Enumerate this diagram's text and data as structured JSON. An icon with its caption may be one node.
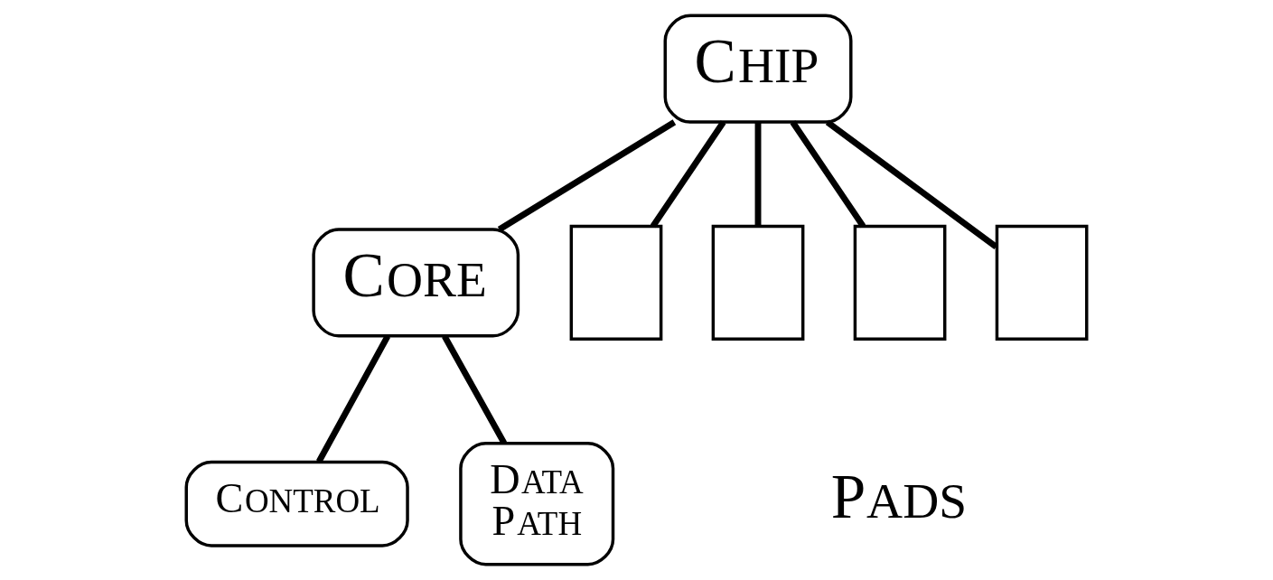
{
  "diagram": {
    "nodes": [
      {
        "text": [
          "CHIP"
        ]
      },
      {
        "text": [
          "CORE"
        ]
      },
      {
        "text": [],
        "shape": "box"
      },
      {
        "text": [],
        "shape": "box"
      },
      {
        "text": [],
        "shape": "box"
      },
      {
        "text": [],
        "shape": "box"
      },
      {
        "text": [
          "CONTROL"
        ]
      },
      {
        "text": [
          "DATA PATH"
        ]
      }
    ],
    "edges": [
      {
        "from": 0,
        "to": 1,
        "arrow": "none"
      },
      {
        "from": 0,
        "to": 2,
        "arrow": "none"
      },
      {
        "from": 0,
        "to": 3,
        "arrow": "none"
      },
      {
        "from": 0,
        "to": 4,
        "arrow": "none"
      },
      {
        "from": 0,
        "to": 5,
        "arrow": "none"
      },
      {
        "from": 1,
        "to": 6,
        "arrow": "none"
      },
      {
        "from": 1,
        "to": 7,
        "arrow": "none"
      }
    ],
    "labels": [
      "PADS"
    ]
  }
}
